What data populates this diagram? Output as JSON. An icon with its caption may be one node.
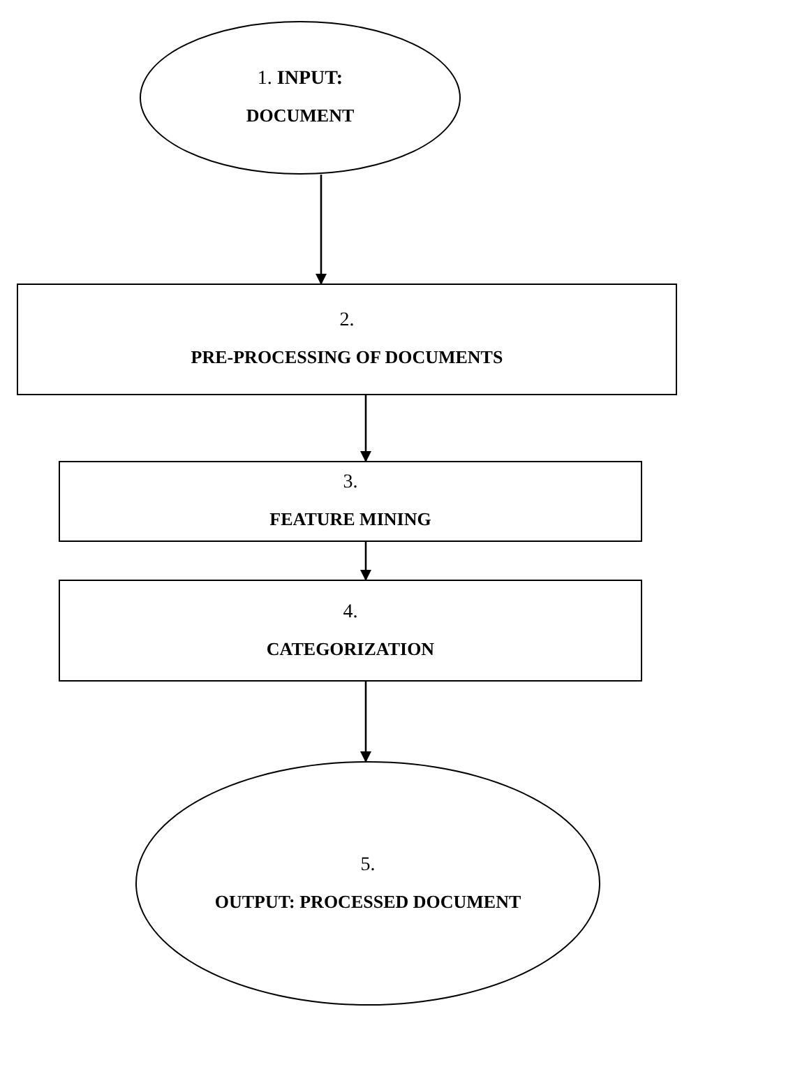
{
  "diagram": {
    "nodes": [
      {
        "text": [
          "1. **INPUT:**",
          "DOCUMENT"
        ]
      },
      {
        "text": [
          "2.",
          "PRE-PROCESSING OF DOCUMENTS"
        ]
      },
      {
        "text": [
          "3.",
          "FEATURE MINING"
        ]
      },
      {
        "text": [
          "4.",
          "CATEGORIZATION"
        ]
      },
      {
        "text": [
          "5.",
          "OUTPUT: PROCESSED DOCUMENT"
        ]
      }
    ],
    "edges": [
      {
        "from": 0,
        "to": 1,
        "arrow": "to"
      },
      {
        "from": 1,
        "to": 2,
        "arrow": "to"
      },
      {
        "from": 2,
        "to": 3,
        "arrow": "to"
      },
      {
        "from": 3,
        "to": 4,
        "arrow": "to"
      }
    ]
  }
}
